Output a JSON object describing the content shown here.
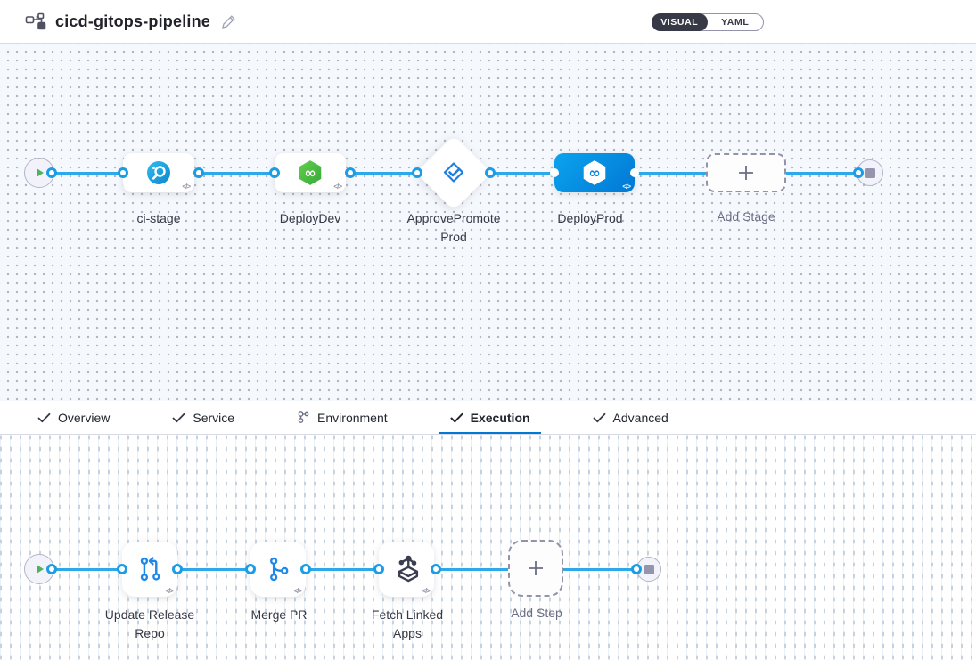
{
  "header": {
    "title": "cicd-gitops-pipeline",
    "view_toggle": {
      "visual_label": "VISUAL",
      "yaml_label": "YAML",
      "selected": "VISUAL"
    }
  },
  "ui": {
    "code_glyph": "</>"
  },
  "colors": {
    "accent_blue": "#0278d5",
    "edge_blue": "#2da8e8",
    "selected_node_gradient": "#0ba3ee-#0278d5",
    "ci_icon_blue": "#1ba8e8",
    "cd_icon_green": "#42b44a",
    "play_green": "#53b259",
    "stop_gray": "#9495ad",
    "dashed_border": "#9293ab",
    "label_dark": "#383946",
    "label_dim": "#6b6d85",
    "toggle_dark": "#383946",
    "canvas_dot": "#aeb4c2"
  },
  "stage_canvas": {
    "stages": [
      {
        "label": "ci-stage",
        "type": "ci",
        "selected": false
      },
      {
        "label": "DeployDev",
        "type": "cd",
        "selected": false
      },
      {
        "label": "ApprovePromoteProd",
        "type": "approval",
        "shape": "diamond",
        "selected": false
      },
      {
        "label": "DeployProd",
        "type": "cd",
        "selected": true
      },
      {
        "label": "Add Stage",
        "type": "add-stage"
      }
    ]
  },
  "tabs": {
    "items": [
      {
        "label": "Overview",
        "icon": "check",
        "active": false
      },
      {
        "label": "Service",
        "icon": "check",
        "active": false
      },
      {
        "label": "Environment",
        "icon": "cluster",
        "active": false
      },
      {
        "label": "Execution",
        "icon": "check",
        "active": true
      },
      {
        "label": "Advanced",
        "icon": "check",
        "active": false
      }
    ]
  },
  "step_canvas": {
    "steps": [
      {
        "label": "Update Release Repo",
        "type": "update-release-repo"
      },
      {
        "label": "Merge PR",
        "type": "merge-pr"
      },
      {
        "label": "Fetch Linked Apps",
        "type": "fetch-linked-apps"
      },
      {
        "label": "Add Step",
        "type": "add-step"
      }
    ]
  }
}
